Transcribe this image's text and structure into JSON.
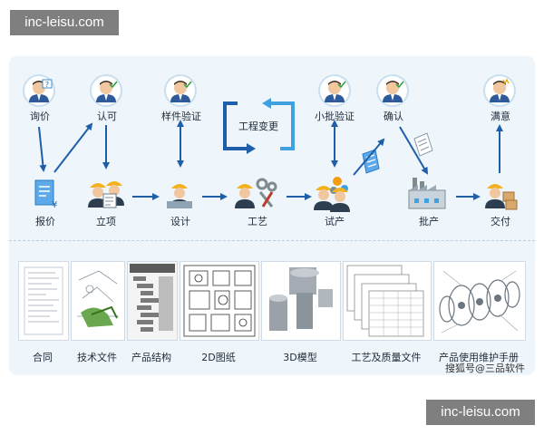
{
  "watermark_top": "inc-leisu.com",
  "watermark_bottom": "inc-leisu.com",
  "watermark_credit": "搜狐号@三品软件",
  "colors": {
    "arrow": "#1f5fa8",
    "panel": "#eef6fc",
    "loop": "#3fa2e0"
  },
  "flow": {
    "inquiry": "询价",
    "approve": "认可",
    "sample_verify": "样件验证",
    "eng_change": "工程变更",
    "small_batch_verify": "小批验证",
    "confirm": "确认",
    "satisfied": "满意",
    "quote": "报价",
    "project": "立项",
    "design": "设计",
    "process": "工艺",
    "trial": "试产",
    "mass_production": "批产",
    "delivery": "交付"
  },
  "documents": [
    {
      "label": "合同",
      "icon": "contract-doc"
    },
    {
      "label": "技术文件",
      "icon": "tech-drawing"
    },
    {
      "label": "产品结构",
      "icon": "product-tree"
    },
    {
      "label": "2D图纸",
      "icon": "2d-drawing"
    },
    {
      "label": "3D模型",
      "icon": "3d-model"
    },
    {
      "label": "工艺及质量文件",
      "icon": "process-sheets"
    },
    {
      "label": "产品使用维护手册",
      "icon": "manual-exploded-view"
    }
  ]
}
